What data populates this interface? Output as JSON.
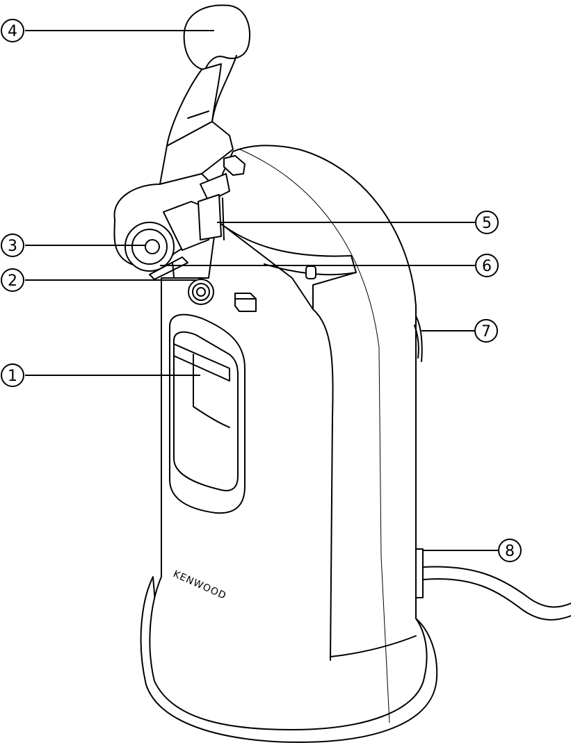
{
  "brand": {
    "label": "KENWOOD"
  },
  "callouts": [
    {
      "id": "1",
      "label": "1"
    },
    {
      "id": "2",
      "label": "2"
    },
    {
      "id": "3",
      "label": "3"
    },
    {
      "id": "4",
      "label": "4"
    },
    {
      "id": "5",
      "label": "5"
    },
    {
      "id": "6",
      "label": "6"
    },
    {
      "id": "7",
      "label": "7"
    },
    {
      "id": "8",
      "label": "8"
    }
  ],
  "colors": {
    "line": "#000000",
    "background": "#ffffff"
  }
}
